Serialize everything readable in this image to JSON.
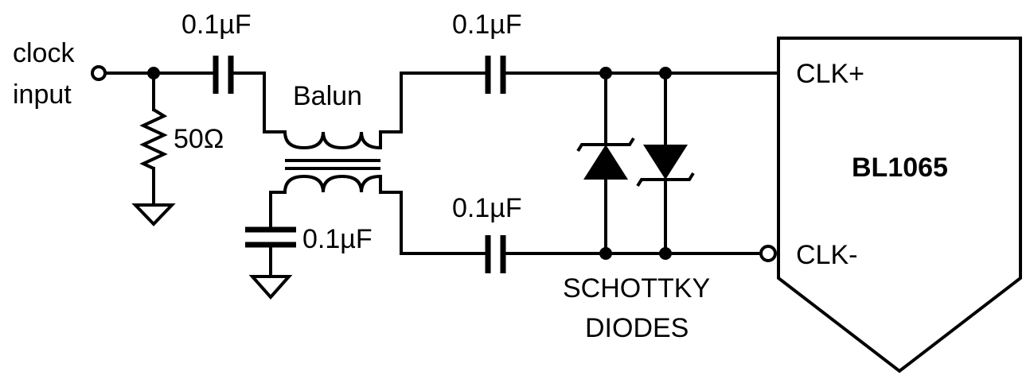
{
  "labels": {
    "clock_input_line1": "clock",
    "clock_input_line2": "input",
    "cap1": "0.1µF",
    "cap2": "0.1µF",
    "cap3": "0.1µF",
    "cap4": "0.1µF",
    "resistor": "50Ω",
    "balun": "Balun",
    "clk_plus": "CLK+",
    "clk_minus": "CLK-",
    "chip": "BL1065",
    "diodes_line1": "SCHOTTKY",
    "diodes_line2": "DIODES"
  }
}
